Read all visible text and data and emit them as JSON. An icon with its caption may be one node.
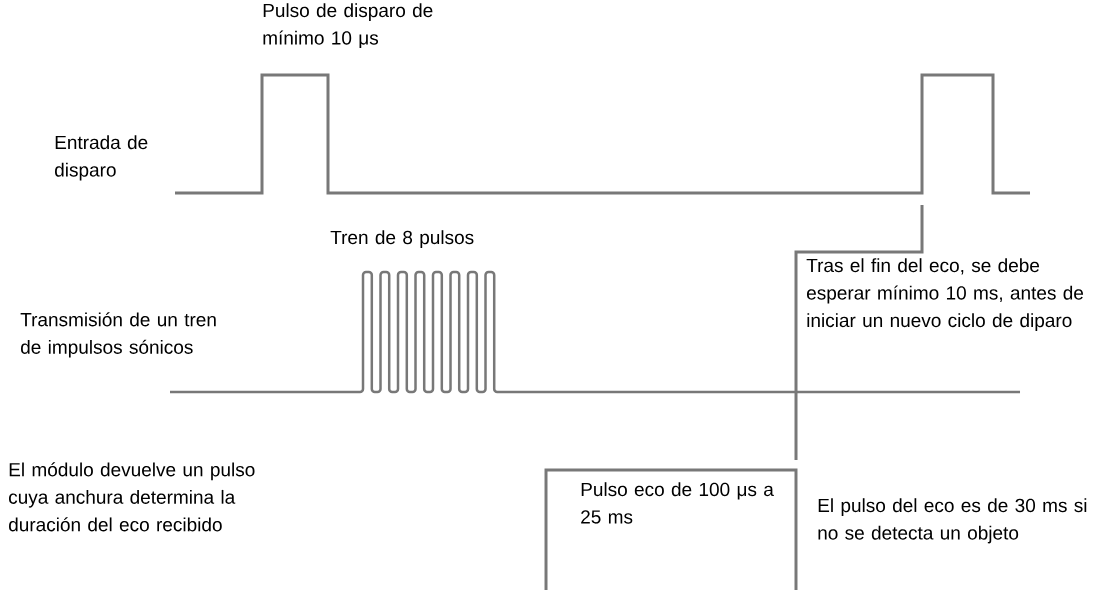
{
  "diagram": {
    "labels": [
      "Pulso de disparo de mínimo 10 μs",
      "Entrada de disparo",
      "Tren de 8 pulsos",
      "Tras el fin del eco, se debe esperar mínimo 10 ms, antes de iniciar un nuevo ciclo de diparo",
      "Transmisión de un tren de impulsos sónicos",
      "El módulo devuelve un pulso cuya anchura determina la duración del eco recibido",
      "Pulso eco de 100 μs a 25 ms",
      "El pulso del eco es de 30 ms si no se detecta un objeto"
    ]
  }
}
